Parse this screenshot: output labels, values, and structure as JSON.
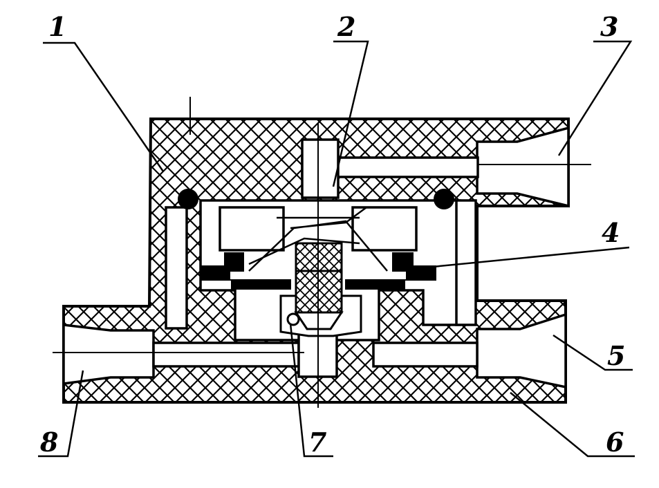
{
  "labels": {
    "l1": "1",
    "l2": "2",
    "l3": "3",
    "l4": "4",
    "l5": "5",
    "l6": "6",
    "l7": "7",
    "l8": "8"
  },
  "colors": {
    "ink": "#000000",
    "paper": "#ffffff"
  }
}
